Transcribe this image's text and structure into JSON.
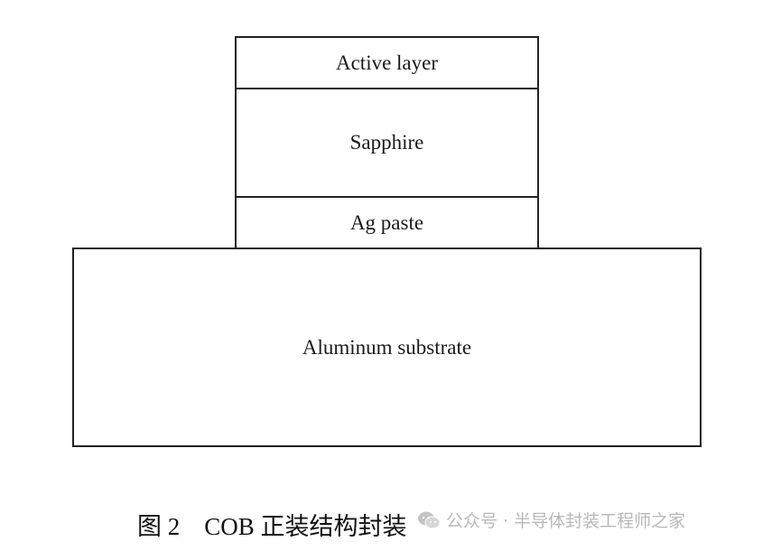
{
  "diagram": {
    "layers": [
      {
        "label": "Active layer"
      },
      {
        "label": "Sapphire"
      },
      {
        "label": "Ag paste"
      },
      {
        "label": "Aluminum substrate"
      }
    ],
    "caption": "图 2    COB 正装结构封装"
  },
  "watermark": {
    "icon": "wechat-icon",
    "text": "公众号 · 半导体封装工程师之家"
  }
}
